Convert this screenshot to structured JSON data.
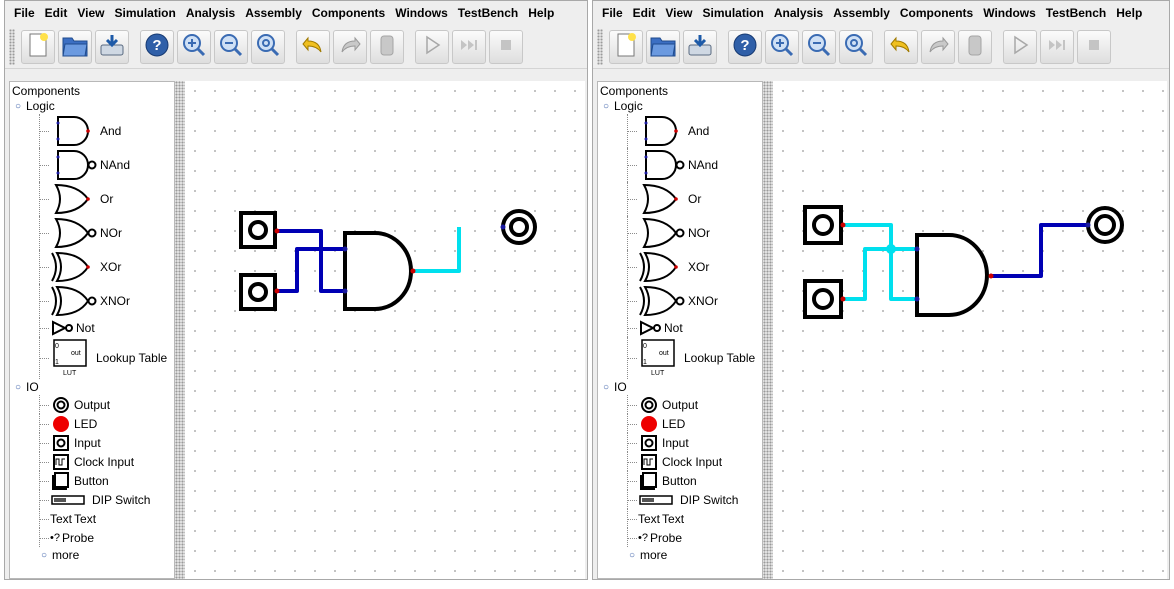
{
  "menu": [
    "File",
    "Edit",
    "View",
    "Simulation",
    "Analysis",
    "Assembly",
    "Components",
    "Windows",
    "TestBench",
    "Help"
  ],
  "toolbar": {
    "icons": [
      "new-file-icon",
      "open-folder-icon",
      "save-icon",
      "help-icon",
      "zoom-in-icon",
      "zoom-out-icon",
      "zoom-fit-icon",
      "undo-icon",
      "redo-icon",
      "delete-icon",
      "run-icon",
      "step-icon",
      "stop-icon"
    ]
  },
  "tree": {
    "root": "Components",
    "logic": {
      "label": "Logic",
      "items": [
        "And",
        "NAnd",
        "Or",
        "NOr",
        "XOr",
        "XNOr",
        "Not",
        "Lookup Table"
      ]
    },
    "lut_in0": "0",
    "lut_in1": "1",
    "lut_out": "out",
    "lut_caption": "LUT",
    "io": {
      "label": "IO",
      "items": [
        "Output",
        "LED",
        "Input",
        "Clock Input",
        "Button",
        "DIP Switch",
        "Text",
        "Probe",
        "more"
      ]
    },
    "text_icon_label": "Text",
    "probe_icon_label": "•?"
  },
  "colors": {
    "wire_low": "#0000b4",
    "wire_high": "#00e0ee",
    "pin_output": "#cc0000",
    "pin_input": "#1a1aa0",
    "led": "#ee0000"
  },
  "circuit_before": {
    "input_top": "low",
    "input_bottom": "low",
    "gate_output": "high",
    "output_connected": "no"
  },
  "circuit_after": {
    "input_top": "high",
    "input_bottom": "high",
    "gate_output": "low",
    "output_connected": "yes"
  }
}
